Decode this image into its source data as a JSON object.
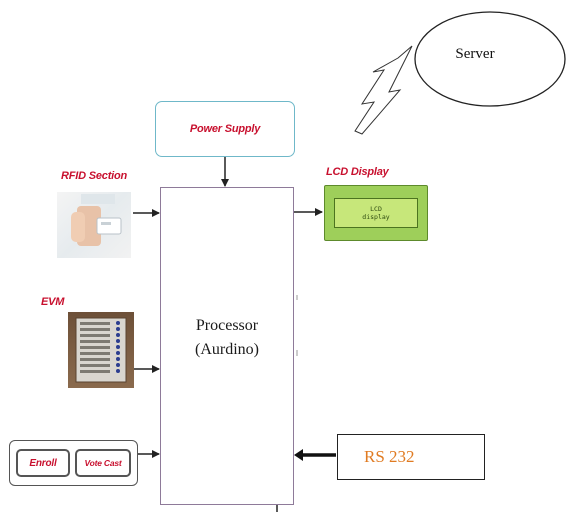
{
  "diagram": {
    "server_label": "Server",
    "power_supply_label": "Power Supply",
    "rfid_label": "RFID Section",
    "lcd_label": "LCD Display",
    "lcd_screen_line1": "LCD",
    "lcd_screen_line2": "display",
    "evm_label": "EVM",
    "processor_line1": "Processor",
    "processor_line2": "(Aurdino)",
    "enroll_button": "Enroll",
    "vote_cast_button": "Vote Cast",
    "rs232_label": "RS 232"
  },
  "colors": {
    "label_red": "#c8102e",
    "rs232_orange": "#e07b22",
    "power_border": "#6fb8c9",
    "processor_border": "#8e7a99",
    "lcd_green": "#9ecf5a"
  }
}
